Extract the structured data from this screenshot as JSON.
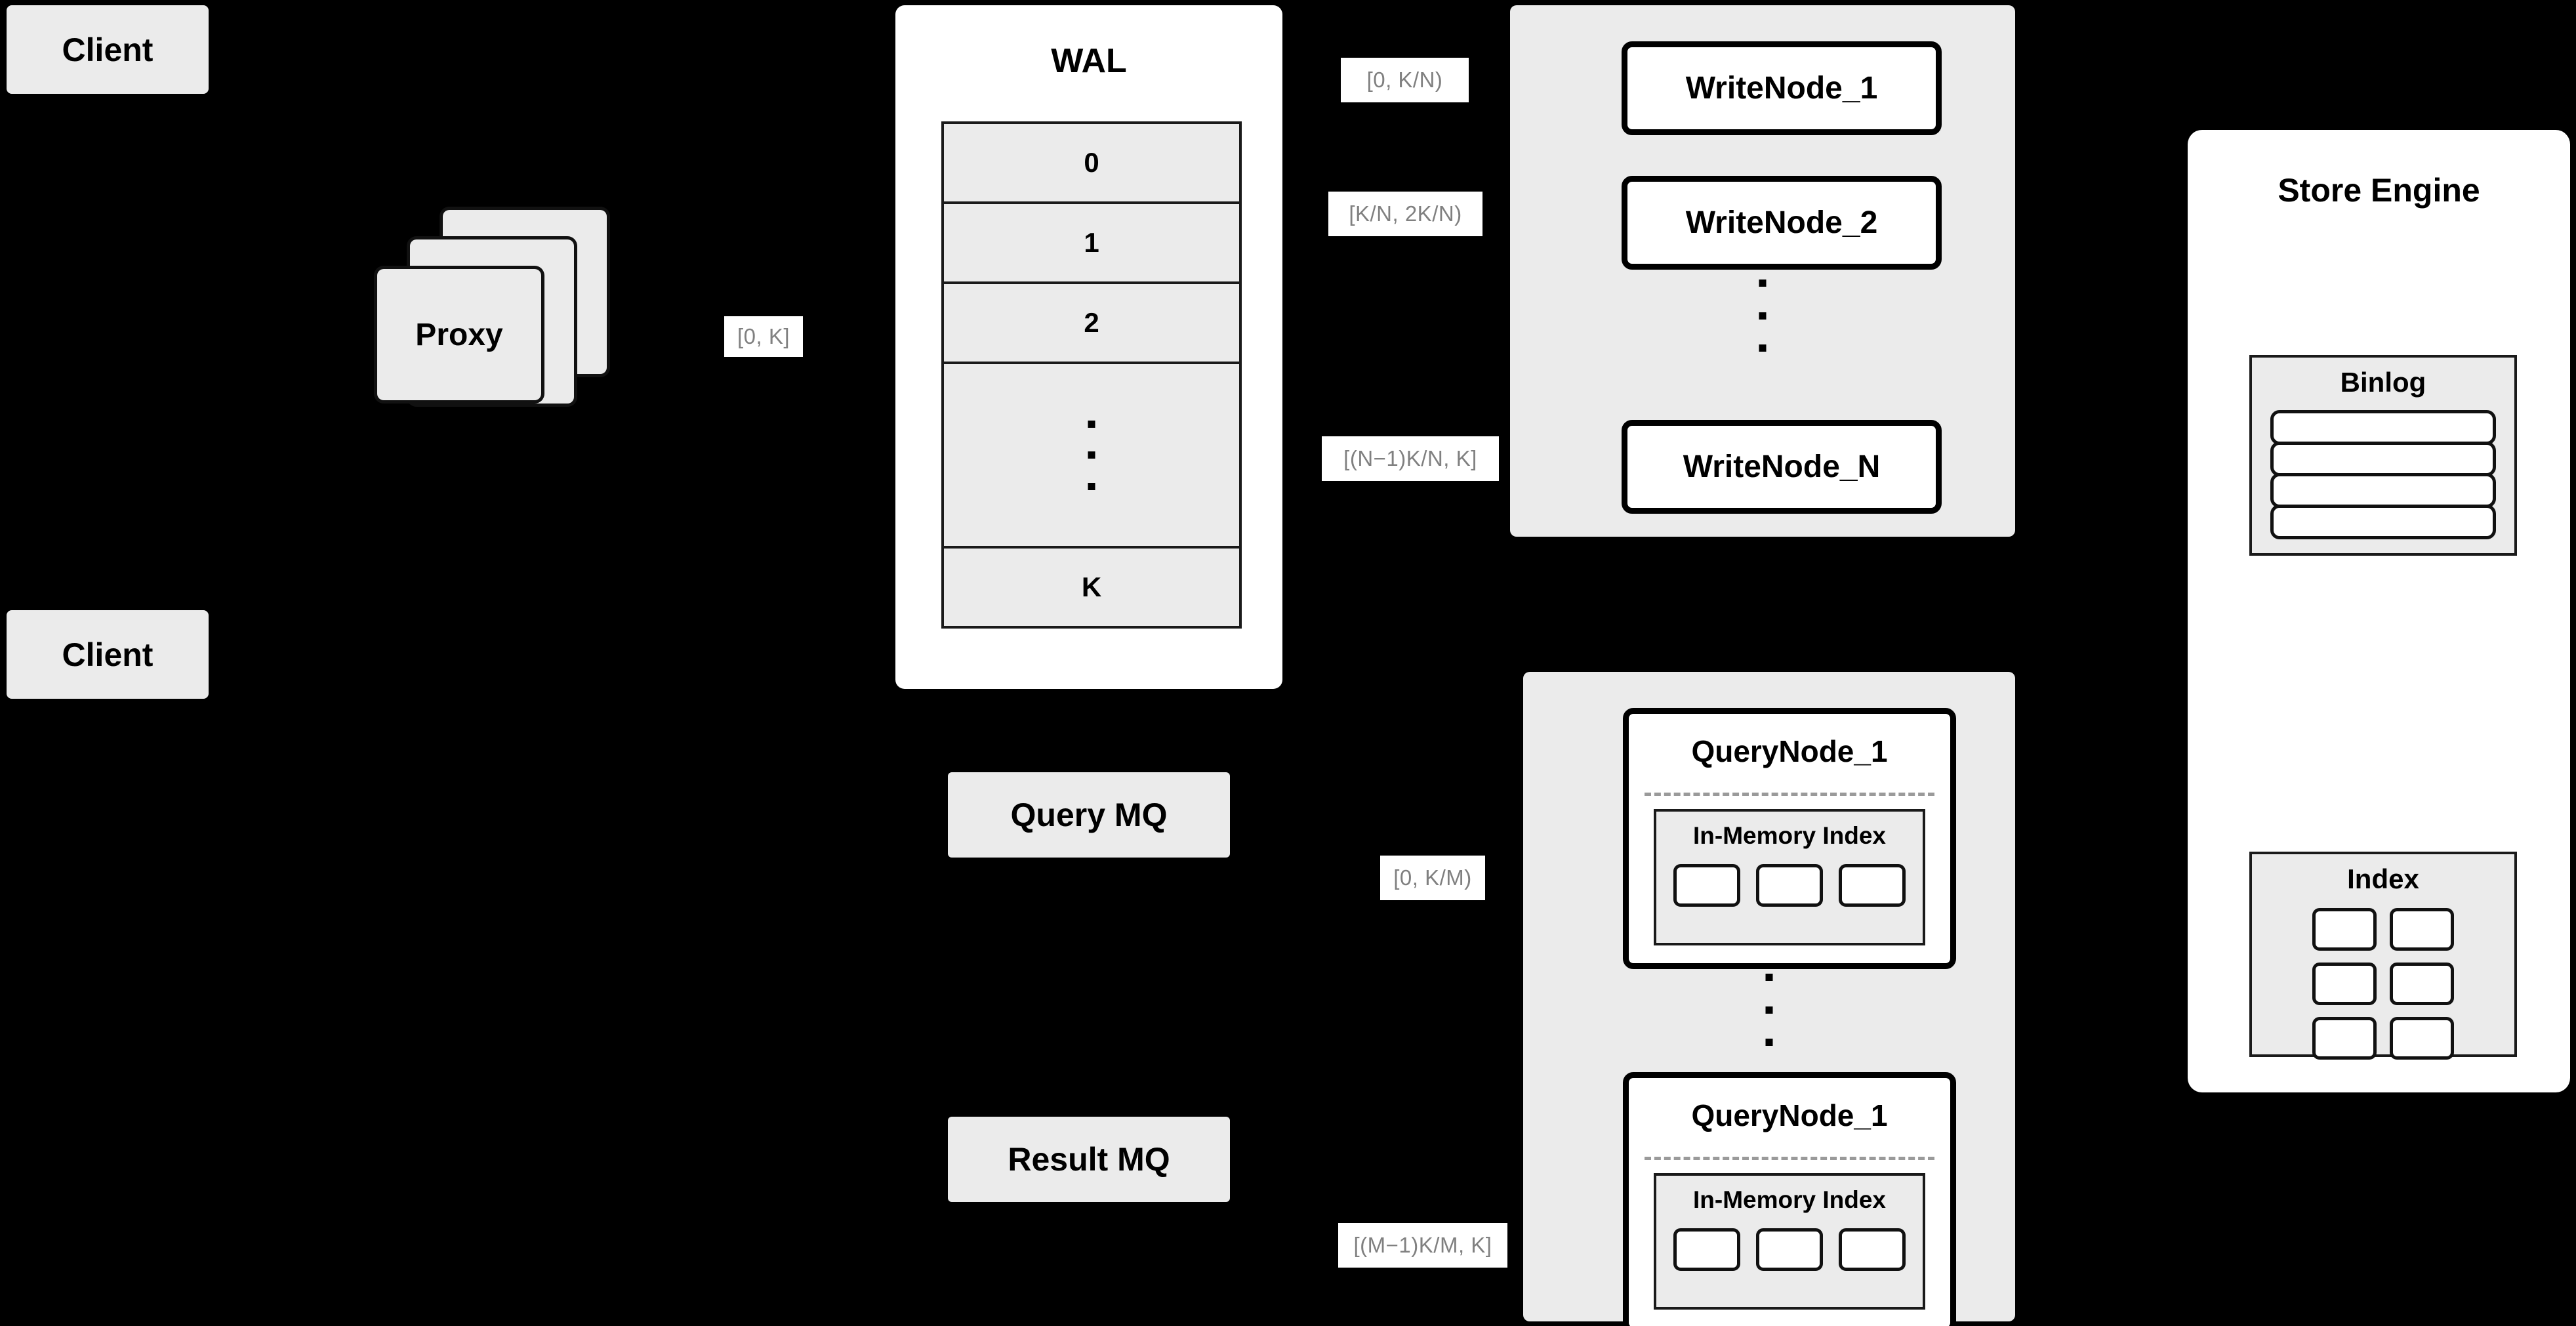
{
  "diagram": {
    "title": "Distributed Write/Query Architecture",
    "background_color": "#000000",
    "accent_gray": "#ebebeb",
    "label_text_color": "#808080"
  },
  "clients": [
    {
      "label": "Client"
    },
    {
      "label": "Client"
    }
  ],
  "proxy": {
    "label": "Proxy",
    "stack_count": 3
  },
  "wal": {
    "title": "WAL",
    "rows": [
      "0",
      "1",
      "2",
      "",
      "K"
    ],
    "ellipsis_dots": 3
  },
  "write_cluster": {
    "nodes": [
      {
        "label": "WriteNode_1",
        "range": "[0,  K/N)"
      },
      {
        "label": "WriteNode_2",
        "range": "[K/N, 2K/N)"
      },
      {
        "label": "WriteNode_N",
        "range": "[(N−1)K/N,  K]"
      }
    ],
    "ellipsis_dots": 3
  },
  "query_cluster": {
    "nodes": [
      {
        "label": "QueryNode_1",
        "range": "[0, K/M)",
        "index": {
          "title": "In-Memory Index",
          "slot_count": 3
        }
      },
      {
        "label": "QueryNode_1",
        "range": "[(M−1)K/M, K]",
        "index": {
          "title": "In-Memory Index",
          "slot_count": 3
        }
      }
    ],
    "ellipsis_dots": 3
  },
  "message_queues": [
    {
      "label": "Query MQ"
    },
    {
      "label": "Result MQ"
    }
  ],
  "store_engine": {
    "title": "Store Engine",
    "binlog": {
      "title": "Binlog",
      "slot_count": 4
    },
    "index": {
      "title": "Index",
      "slot_count": 6,
      "columns": 3,
      "rows": 2
    }
  },
  "flow_labels": {
    "proxy_to_wal": "[0, K]"
  }
}
